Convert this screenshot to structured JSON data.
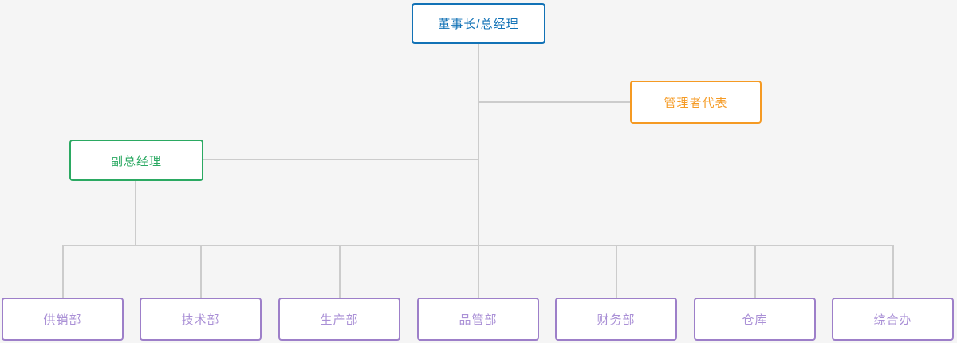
{
  "chart": {
    "type": "org-chart",
    "nodes": {
      "chairman": {
        "label": "董事长/总经理"
      },
      "management_rep": {
        "label": "管理者代表"
      },
      "deputy": {
        "label": "副总经理"
      },
      "departments": [
        {
          "label": "供销部"
        },
        {
          "label": "技术部"
        },
        {
          "label": "生产部"
        },
        {
          "label": "品管部"
        },
        {
          "label": "财务部"
        },
        {
          "label": "仓库"
        },
        {
          "label": "综合办"
        }
      ]
    },
    "colors": {
      "chairman": "#1272b6",
      "management_rep": "#f59a23",
      "deputy": "#2ba962",
      "department_border": "#9d7fc9",
      "department_text": "#aa90d6",
      "line": "#cccccc",
      "background": "#f5f5f5",
      "box_fill": "#ffffff"
    }
  }
}
